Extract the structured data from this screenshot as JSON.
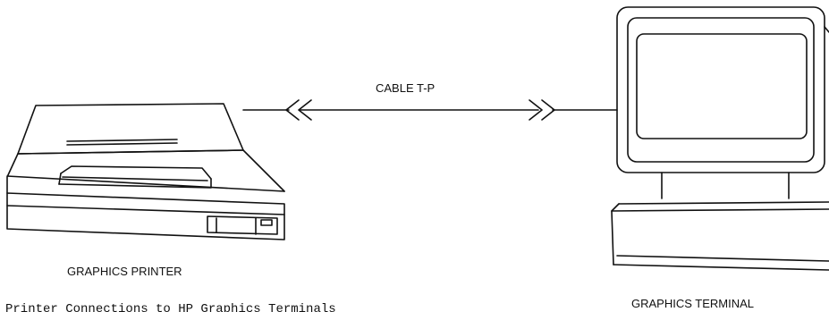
{
  "diagram": {
    "cable_label": "CABLE T-P",
    "printer_label": "GRAPHICS PRINTER",
    "terminal_label": "GRAPHICS TERMINAL",
    "caption": "Printer Connections to HP Graphics Terminals"
  }
}
